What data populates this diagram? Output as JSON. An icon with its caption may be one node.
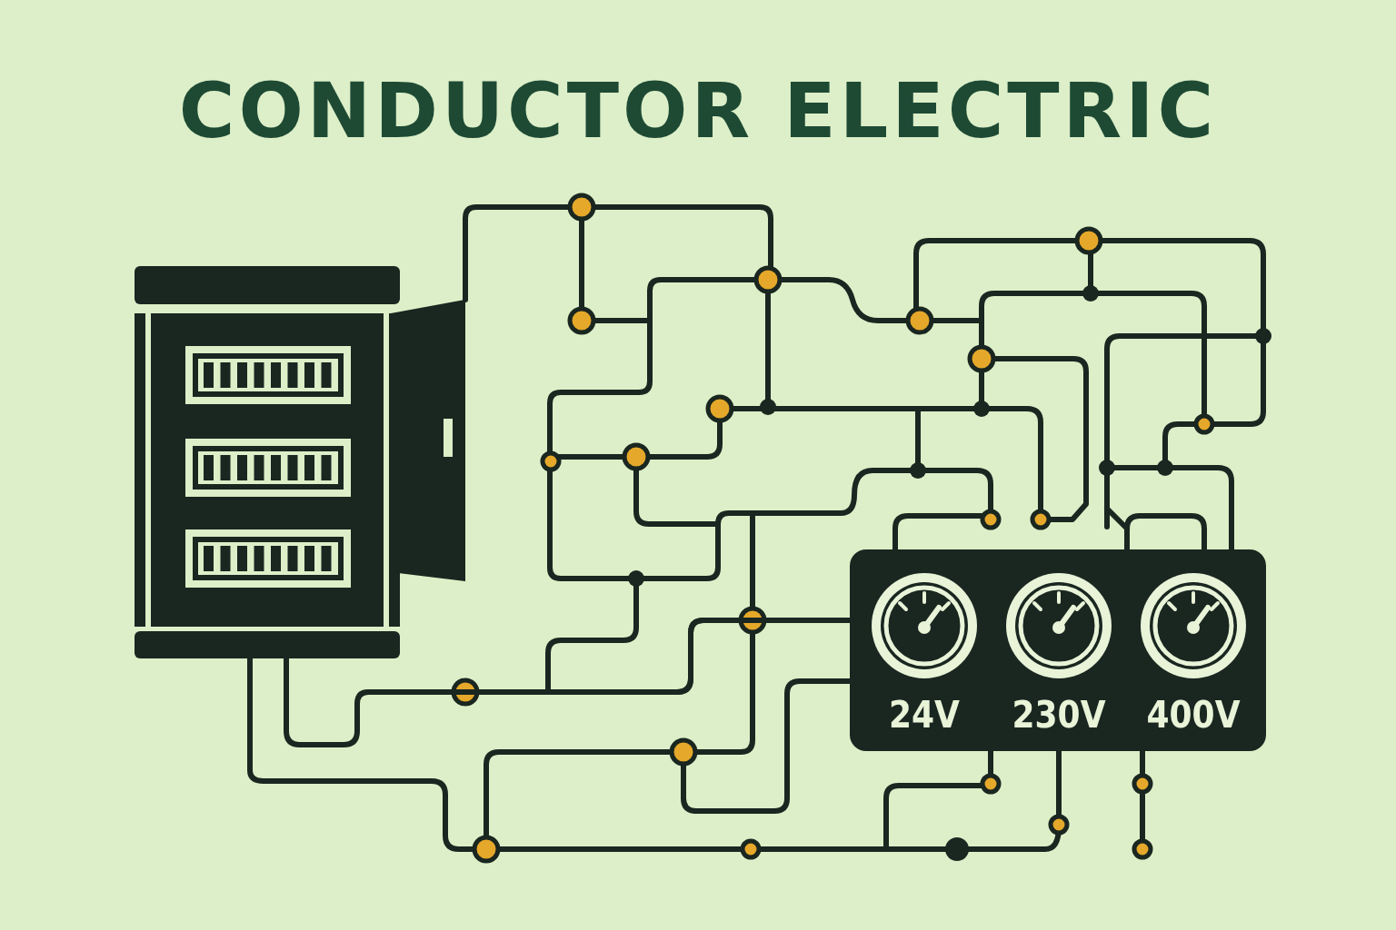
{
  "diagram": {
    "title": "CONDUCTOR ELECTRIC",
    "nodes": [
      {
        "text": [],
        "shape": "picture"
      },
      {
        "text": [],
        "shape": "box"
      },
      {
        "text": [
          "24V"
        ],
        "in": 1
      },
      {
        "text": [
          "230V"
        ],
        "in": 1
      },
      {
        "text": [
          "400V"
        ],
        "in": 1
      }
    ],
    "edges": [
      {
        "from": 0,
        "to": 1,
        "arrow": "none"
      }
    ]
  }
}
